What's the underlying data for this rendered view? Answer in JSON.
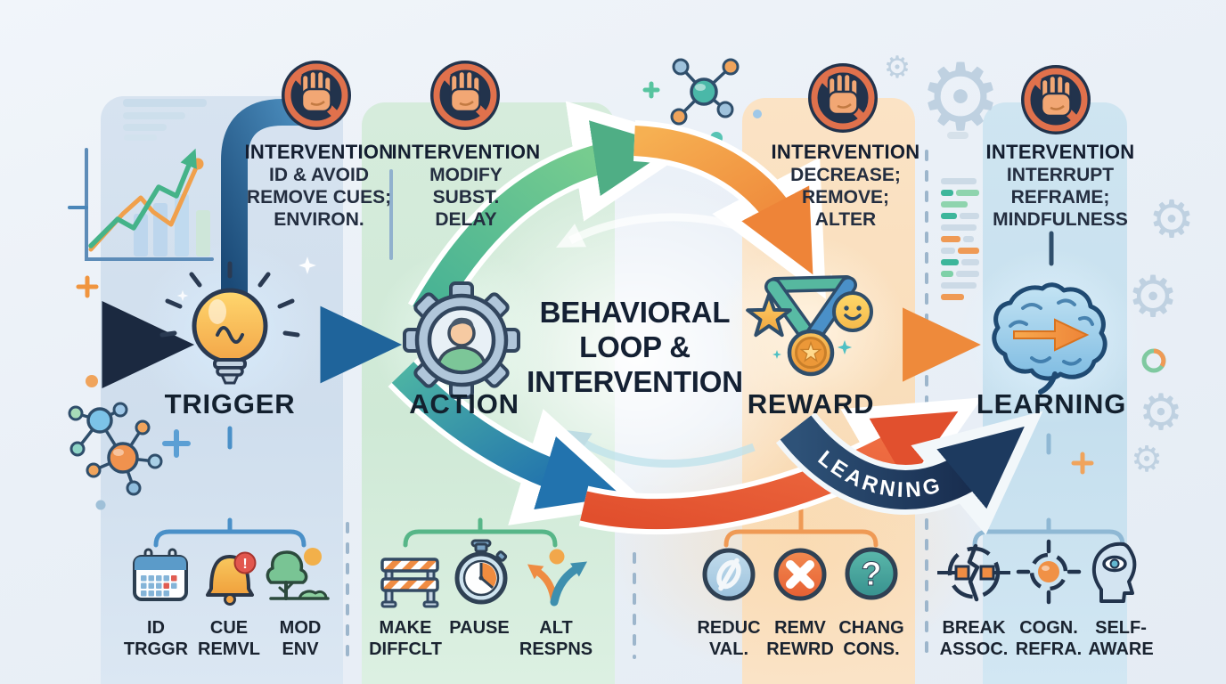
{
  "title": {
    "lines": [
      "BEHAVIORAL",
      "LOOP &",
      "INTERVENTION"
    ]
  },
  "loop": {
    "banner_label": "LEARNING"
  },
  "columns": [
    {
      "label": "TRIGGER",
      "intervention": {
        "title": "INTERVENTION",
        "lines": [
          "ID & AVOID",
          "REMOVE CUES;",
          "ENVIRON."
        ]
      },
      "items": [
        {
          "icon": "calendar-icon",
          "line1": "ID",
          "line2": "TRGGR"
        },
        {
          "icon": "bell-alert-icon",
          "line1": "CUE",
          "line2": "REMVL"
        },
        {
          "icon": "tree-icon",
          "line1": "MOD",
          "line2": "ENV"
        }
      ]
    },
    {
      "label": "ACTION",
      "intervention": {
        "title": "INTERVENTION",
        "lines": [
          "MODIFY",
          "SUBST.",
          "DELAY"
        ]
      },
      "items": [
        {
          "icon": "barrier-icon",
          "line1": "MAKE",
          "line2": "DIFFCLT"
        },
        {
          "icon": "stopwatch-icon",
          "line1": "PAUSE",
          "line2": ""
        },
        {
          "icon": "diverging-arrows-icon",
          "line1": "ALT",
          "line2": "RESPNS"
        }
      ]
    },
    {
      "label": "REWARD",
      "intervention": {
        "title": "INTERVENTION",
        "lines": [
          "DECREASE;",
          "REMOVE;",
          "ALTER"
        ]
      },
      "items": [
        {
          "icon": "null-circle-icon",
          "line1": "REDUC",
          "line2": "VAL."
        },
        {
          "icon": "x-circle-icon",
          "line1": "REMV",
          "line2": "REWRD"
        },
        {
          "icon": "question-circle-icon",
          "line1": "CHANG",
          "line2": "CONS."
        }
      ]
    },
    {
      "label": "LEARNING",
      "intervention": {
        "title": "INTERVENTION",
        "lines": [
          "INTERRUPT",
          "REFRAME;",
          "MINDFULNESS"
        ]
      },
      "items": [
        {
          "icon": "break-association-icon",
          "line1": "BREAK",
          "line2": "ASSOC."
        },
        {
          "icon": "crosshair-target-icon",
          "line1": "COGN.",
          "line2": "REFRA."
        },
        {
          "icon": "head-eye-icon",
          "line1": "SELF-",
          "line2": "AWARE"
        }
      ]
    }
  ],
  "glyphs": {
    "gear": "⚙",
    "bell_badge": "!",
    "question_mark": "?"
  },
  "colors": {
    "navy": "#1c2b45",
    "green_arrow": "#4db893",
    "orange_arrow": "#ee8a3c",
    "blue_arrow": "#2e7fb8",
    "red_arrow": "#e8563a",
    "teal": "#3e8fae",
    "panel_trigger": "#d3e1ef",
    "panel_action": "#d3ebda",
    "panel_reward": "#fae0bf",
    "panel_learning": "#cbe3f0"
  }
}
